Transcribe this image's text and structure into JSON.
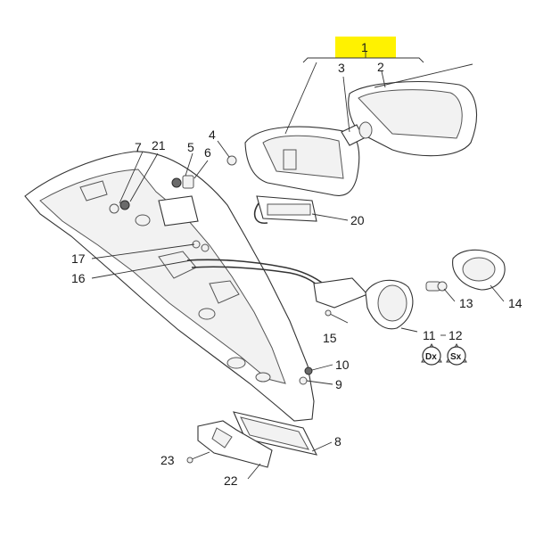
{
  "callouts": {
    "c1": "1",
    "c2": "2",
    "c3": "3",
    "c4": "4",
    "c5": "5",
    "c6": "6",
    "c7": "7",
    "c8": "8",
    "c9": "9",
    "c10": "10",
    "c11": "11",
    "c12": "12",
    "c13": "13",
    "c14": "14",
    "c15": "15",
    "c16": "16",
    "c17": "17",
    "c20": "20",
    "c21": "21",
    "c22": "22",
    "c23": "23"
  },
  "badges": {
    "right": "Dx",
    "left": "Sx"
  },
  "colors": {
    "highlight": "#fff200",
    "ink": "#333333"
  }
}
